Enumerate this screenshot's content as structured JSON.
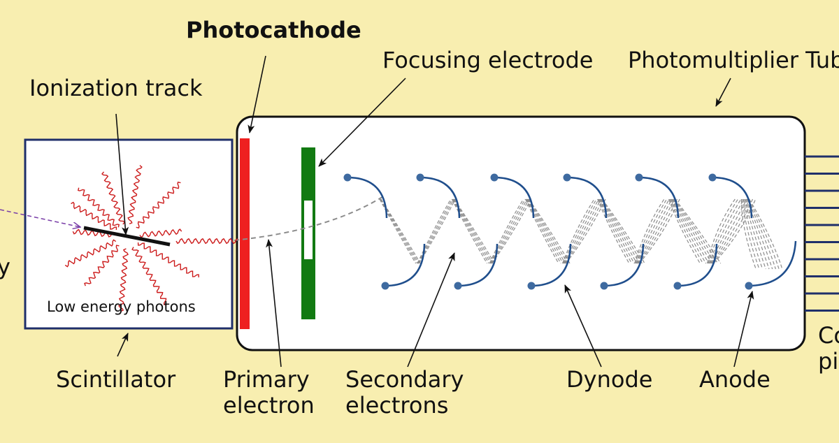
{
  "labels": {
    "photocathode": "Photocathode",
    "focusing_electrode": "Focusing electrode",
    "photomultiplier_tube": "Photomultiplier Tube",
    "ionization_track": "Ionization track",
    "low_energy_photons": "Low energy photons",
    "scintillator": "Scintillator",
    "primary_electron_line1": "Primary",
    "primary_electron_line2": "electron",
    "secondary_electrons_line1": "Secondary",
    "secondary_electrons_line2": "electrons",
    "dynode": "Dynode",
    "anode": "Anode",
    "connector_line1": "Co",
    "connector_line2": "pi",
    "incident_fragment": "y"
  },
  "colors": {
    "background": "#f8eeb0",
    "photocathode": "#ee2020",
    "focusing_electrode": "#127a12",
    "dynode": "#1f4e8c",
    "dynode_tip": "#3e6aa0",
    "photon_wave": "#cc1b1b",
    "electron_path": "#8c8c8c",
    "incident_ray": "#7a3fa8"
  }
}
